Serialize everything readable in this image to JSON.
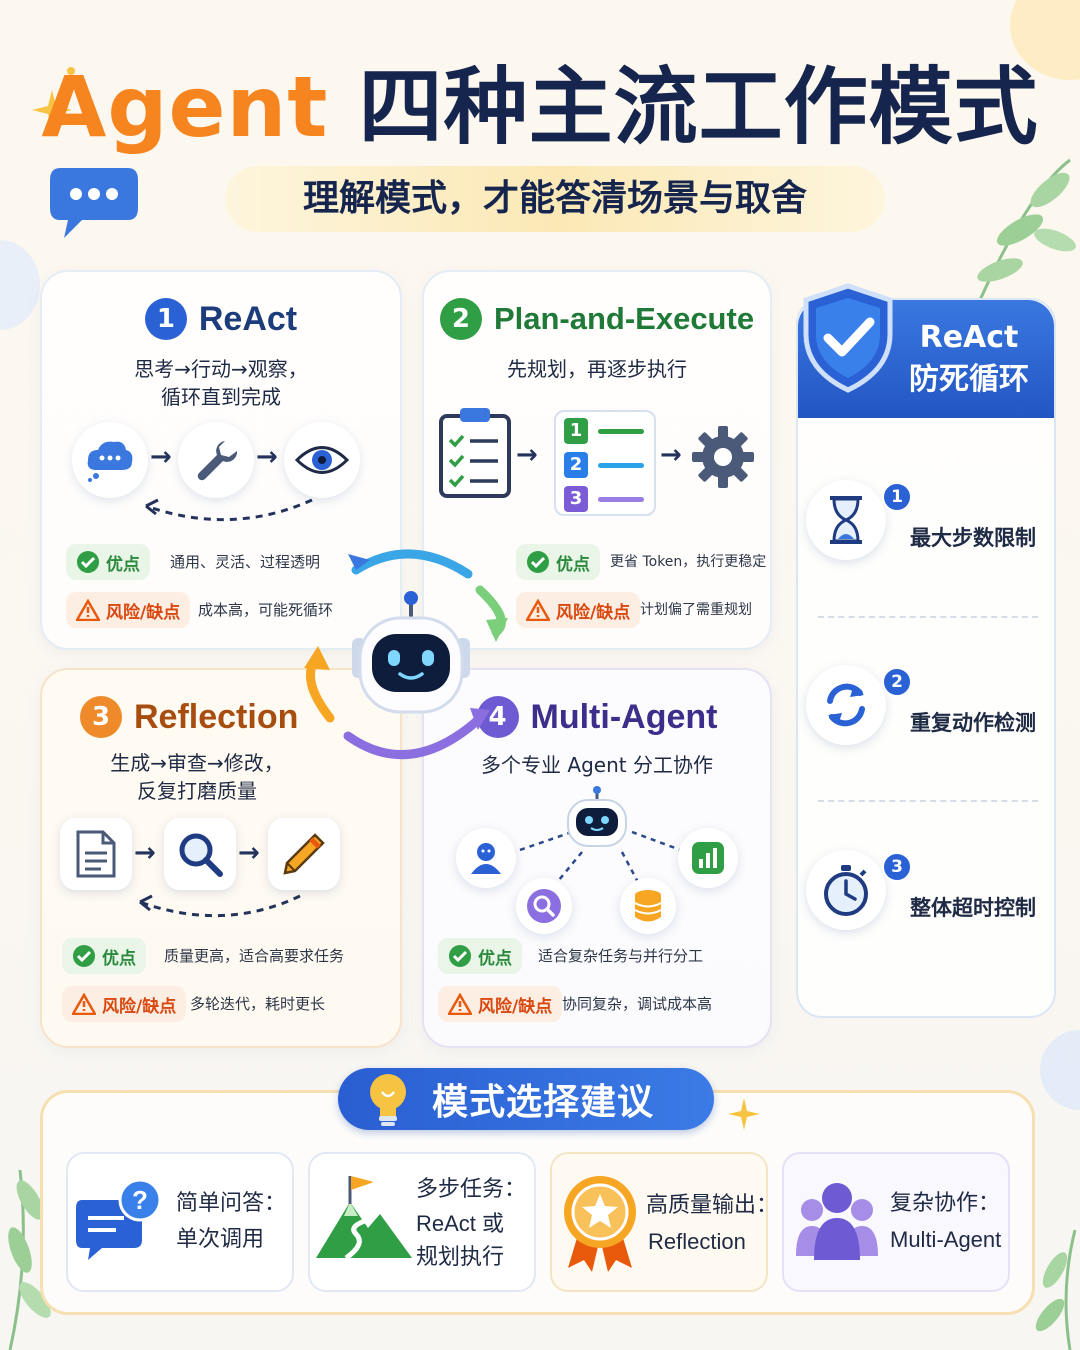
{
  "header": {
    "title_en": "Agent",
    "title_cn": "四种主流工作模式",
    "subtitle": "理解模式，才能答清场景与取舍"
  },
  "colors": {
    "accent_orange": "#f6851f",
    "navy": "#16254e",
    "blue": "#2a62d6",
    "green": "#2f9e44",
    "orange": "#ef8a2b",
    "purple": "#6e5bd4"
  },
  "cards": [
    {
      "num": "1",
      "title": "ReAct",
      "desc1": "思考→行动→观察，",
      "desc2": "循环直到完成",
      "pros_label": "优点",
      "pros": "通用、灵活、过程透明",
      "cons_label": "风险/缺点",
      "cons": "成本高，可能死循环",
      "icons": [
        "thought-cloud-icon",
        "wrench-icon",
        "eye-icon"
      ]
    },
    {
      "num": "2",
      "title": "Plan-and-Execute",
      "desc1": "先规划，再逐步执行",
      "pros_label": "优点",
      "pros": "更省 Token，执行更稳定",
      "cons_label": "风险/缺点",
      "cons": "计划偏了需重规划",
      "steps": [
        "1",
        "2",
        "3"
      ],
      "icons": [
        "checklist-icon",
        "numbered-list-icon",
        "gear-icon"
      ]
    },
    {
      "num": "3",
      "title": "Reflection",
      "desc1": "生成→审查→修改，",
      "desc2": "反复打磨质量",
      "pros_label": "优点",
      "pros": "质量更高，适合高要求任务",
      "cons_label": "风险/缺点",
      "cons": "多轮迭代，耗时更长",
      "icons": [
        "document-icon",
        "magnifier-icon",
        "pencil-icon"
      ]
    },
    {
      "num": "4",
      "title": "Multi-Agent",
      "desc1": "多个专业 Agent 分工协作",
      "pros_label": "优点",
      "pros": "适合复杂任务与并行分工",
      "cons_label": "风险/缺点",
      "cons": "协同复杂，调试成本高",
      "icons": [
        "robot-icon",
        "person-icon",
        "chart-icon",
        "search-icon",
        "database-icon"
      ]
    }
  ],
  "sidebar": {
    "title1": "ReAct",
    "title2": "防死循环",
    "items": [
      {
        "num": "1",
        "label": "最大步数限制",
        "icon": "hourglass-icon"
      },
      {
        "num": "2",
        "label": "重复动作检测",
        "icon": "refresh-icon"
      },
      {
        "num": "3",
        "label": "整体超时控制",
        "icon": "stopwatch-icon"
      }
    ]
  },
  "bottom": {
    "title": "模式选择建议",
    "options": [
      {
        "line1": "简单问答：",
        "line2": "单次调用",
        "icon": "question-chat-icon"
      },
      {
        "line1": "多步任务：",
        "line2": "ReAct 或",
        "line3": "规划执行",
        "icon": "mountain-flag-icon"
      },
      {
        "line1": "高质量输出：",
        "line2": "Reflection",
        "icon": "medal-icon"
      },
      {
        "line1": "复杂协作：",
        "line2": "Multi-Agent",
        "icon": "team-icon"
      }
    ]
  }
}
